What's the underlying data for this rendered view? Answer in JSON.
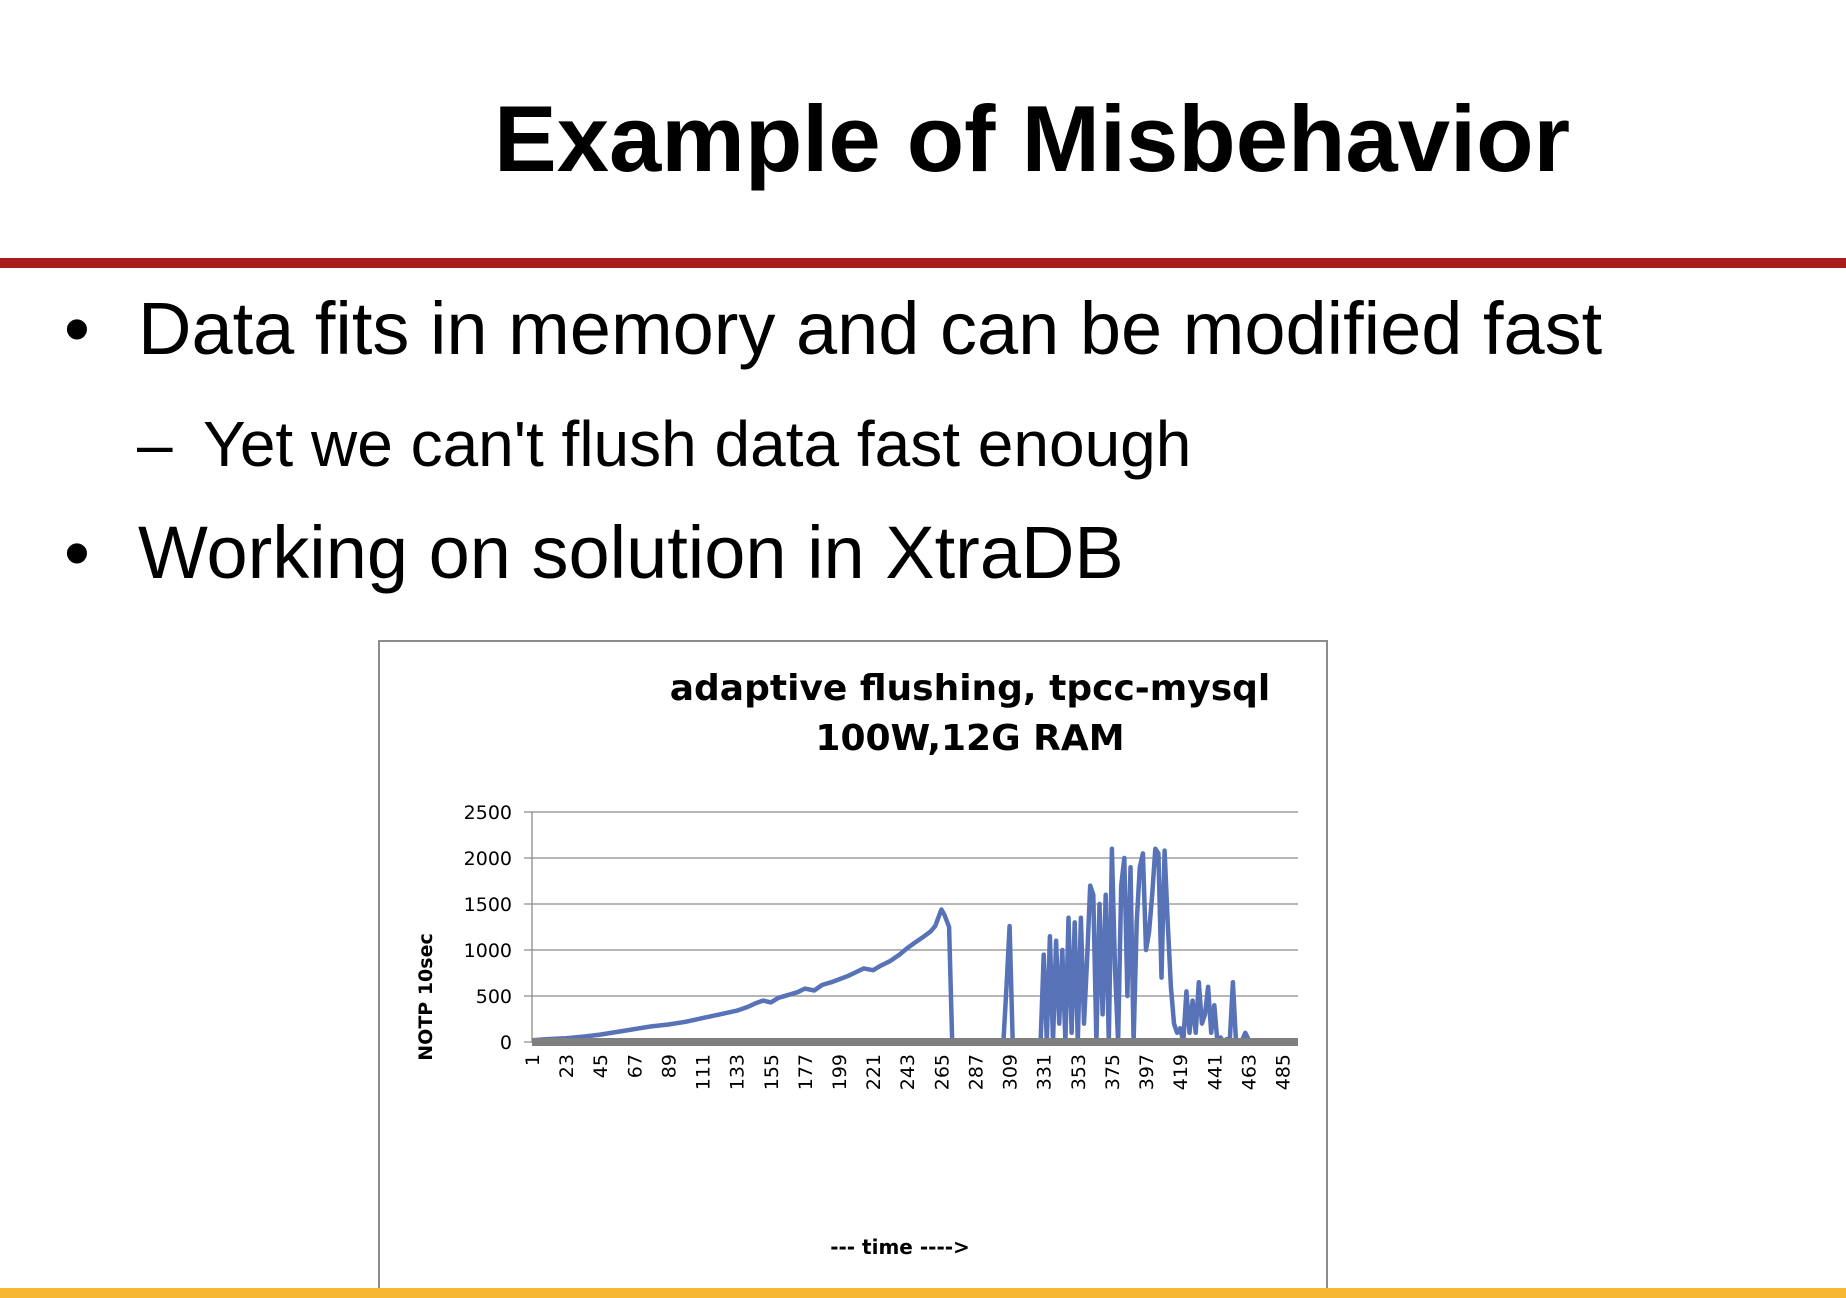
{
  "slide": {
    "title": "Example of Misbehavior",
    "bullets": [
      {
        "marker": "•",
        "text": "Data fits in memory and can be modified fast"
      },
      {
        "marker": "–",
        "text": "Yet we can't flush data fast enough"
      },
      {
        "marker": "•",
        "text": "Working on solution in XtraDB"
      }
    ]
  },
  "colors": {
    "title_rule": "#a81c1c",
    "bottom_rule": "#f5b731",
    "series": "#5872b8",
    "zero_series": "#7f7f7f",
    "gridline": "#8c8c8c"
  },
  "chart_data": {
    "type": "line",
    "title": "adaptive flushing, tpcc-mysql",
    "subtitle": "100W,12G RAM",
    "xlabel": "--- time ---->",
    "ylabel": "NOTP 10sec",
    "ylim": [
      0,
      2500
    ],
    "yticks": [
      "0",
      "500",
      "1000",
      "1500",
      "2000",
      "2500"
    ],
    "xlim": [
      1,
      495
    ],
    "xticks": [
      "1",
      "23",
      "45",
      "67",
      "89",
      "111",
      "133",
      "155",
      "177",
      "199",
      "221",
      "243",
      "265",
      "287",
      "309",
      "331",
      "353",
      "375",
      "397",
      "419",
      "441",
      "463",
      "485"
    ],
    "grid": true,
    "legend": "none",
    "series": [
      {
        "x": [
          1,
          10,
          23,
          35,
          45,
          56,
          67,
          78,
          89,
          100,
          111,
          122,
          133,
          140,
          145,
          150,
          155,
          160,
          166,
          172,
          177,
          183,
          188,
          194,
          199,
          205,
          210,
          215,
          221,
          226,
          232,
          238,
          243,
          248,
          254,
          258,
          261,
          263,
          265,
          267,
          270,
          272,
          287,
          305,
          307,
          309,
          311,
          320,
          329,
          331,
          333,
          335,
          337,
          339,
          341,
          343,
          345,
          347,
          349,
          351,
          353,
          355,
          357,
          359,
          361,
          363,
          365,
          367,
          369,
          371,
          373,
          375,
          377,
          379,
          381,
          383,
          385,
          387,
          389,
          391,
          393,
          395,
          397,
          399,
          401,
          403,
          405,
          407,
          409,
          411,
          413,
          415,
          417,
          419,
          421,
          423,
          425,
          427,
          429,
          431,
          433,
          435,
          437,
          439,
          441,
          443,
          445,
          447,
          449,
          451,
          453,
          455,
          457,
          459,
          461,
          463,
          465,
          467,
          469,
          471,
          473,
          475,
          477,
          479,
          481,
          483,
          485,
          487,
          489,
          491,
          493,
          495
        ],
        "y": [
          20,
          30,
          40,
          60,
          80,
          110,
          140,
          170,
          190,
          220,
          260,
          300,
          340,
          380,
          420,
          450,
          430,
          480,
          510,
          540,
          580,
          560,
          620,
          650,
          680,
          720,
          760,
          800,
          780,
          830,
          880,
          950,
          1020,
          1080,
          1150,
          1200,
          1260,
          1350,
          1440,
          1380,
          1250,
          0,
          0,
          0,
          600,
          1260,
          0,
          0,
          0,
          950,
          0,
          1150,
          0,
          1100,
          200,
          1000,
          0,
          1350,
          100,
          1300,
          0,
          1350,
          200,
          900,
          1700,
          1600,
          0,
          1500,
          300,
          1600,
          0,
          2100,
          800,
          0,
          1700,
          2000,
          500,
          1900,
          0,
          1300,
          1900,
          2050,
          1000,
          1200,
          1600,
          2100,
          2050,
          700,
          2080,
          1300,
          600,
          200,
          100,
          150,
          0,
          550,
          100,
          450,
          100,
          650,
          200,
          300,
          600,
          100,
          400,
          0,
          50,
          0,
          30,
          20,
          650,
          0,
          10,
          20,
          100,
          30,
          0,
          0,
          0,
          0,
          0,
          0,
          0,
          0,
          0,
          0,
          0,
          0,
          0,
          0,
          0,
          0
        ]
      },
      {
        "x": [
          1,
          495
        ],
        "y": [
          0,
          0
        ]
      }
    ]
  }
}
